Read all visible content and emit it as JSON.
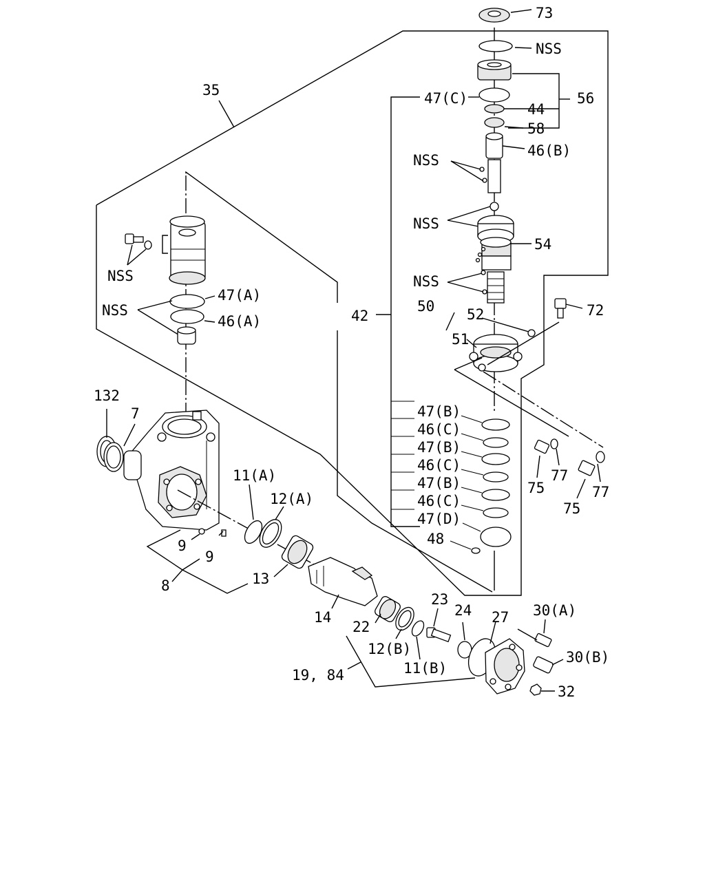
{
  "labels": {
    "p73": "73",
    "nss_top": "NSS",
    "p56": "56",
    "p47c": "47(C)",
    "p44": "44",
    "p58": "58",
    "p46b": "46(B)",
    "nss_a": "NSS",
    "nss_b": "NSS",
    "p54": "54",
    "nss_c": "NSS",
    "p72": "72",
    "p42": "42",
    "p50": "50",
    "p52": "52",
    "p51": "51",
    "p35": "35",
    "nss_d": "NSS",
    "nss_e": "NSS",
    "p47a": "47(A)",
    "p46a": "46(A)",
    "p47b_1": "47(B)",
    "p46c_1": "46(C)",
    "p47b_2": "47(B)",
    "p46c_2": "46(C)",
    "p47b_3": "47(B)",
    "p46c_3": "46(C)",
    "p47d": "47(D)",
    "p48": "48",
    "p75_a": "75",
    "p77_a": "77",
    "p75_b": "75",
    "p77_b": "77",
    "p132": "132",
    "p7": "7",
    "p11a": "11(A)",
    "p12a": "12(A)",
    "p9_a": "9",
    "p9_b": "9",
    "p8": "8",
    "p13": "13",
    "p14": "14",
    "p22": "22",
    "p23": "23",
    "p24": "24",
    "p27": "27",
    "p12b": "12(B)",
    "p11b": "11(B)",
    "p19_84": "19, 84",
    "p30a": "30(A)",
    "p30b": "30(B)",
    "p32": "32"
  }
}
